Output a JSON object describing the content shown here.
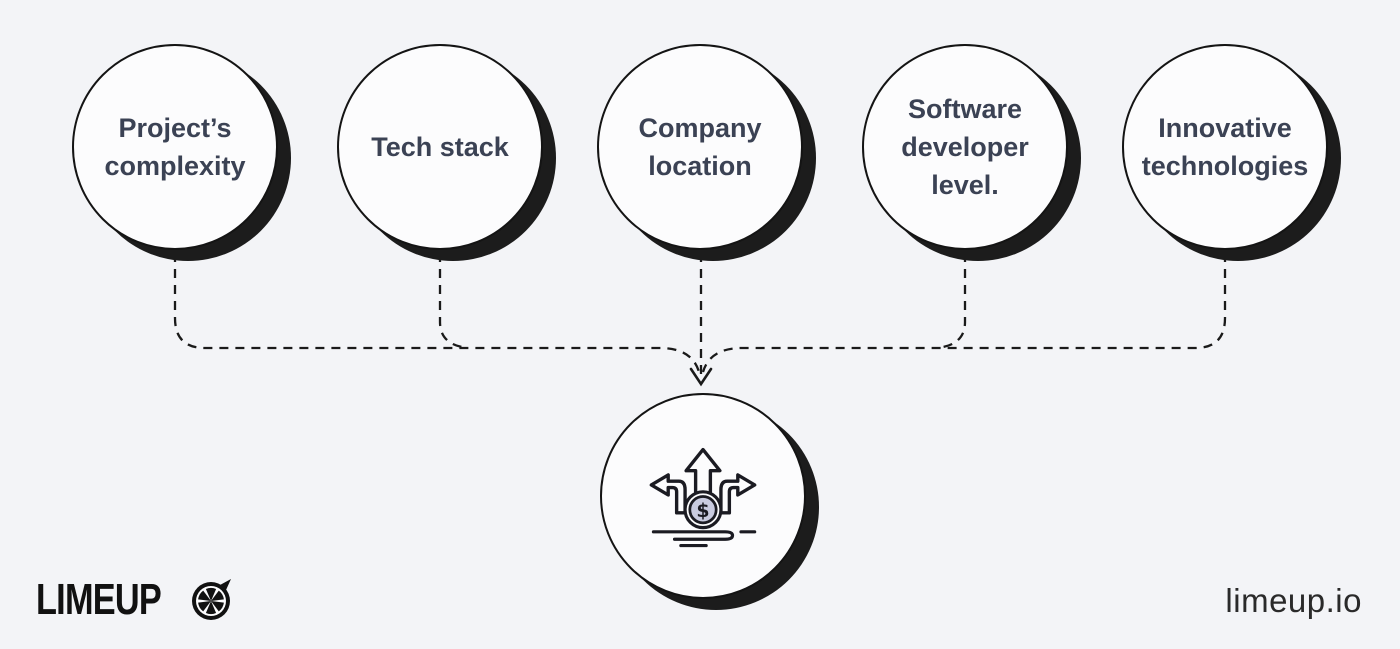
{
  "diagram": {
    "factors": [
      {
        "label": "Project’s complexity"
      },
      {
        "label": "Tech stack"
      },
      {
        "label": "Company location"
      },
      {
        "label": "Software developer level."
      },
      {
        "label": "Innovative technologies"
      }
    ],
    "center": {
      "icon": "money-direction-arrows-icon",
      "coin_symbol": "$"
    }
  },
  "footer": {
    "logo_text": "LIMEUP",
    "logo_icon": "lime-slice-icon",
    "site_url": "limeup.io"
  },
  "colors": {
    "background": "#f3f4f7",
    "circle_fill": "#fcfcfd",
    "circle_border": "#141414",
    "circle_shadow": "#1c1c1c",
    "label_text": "#3b4254",
    "connector": "#1a1a1a",
    "coin_fill": "#c9cbdf"
  }
}
